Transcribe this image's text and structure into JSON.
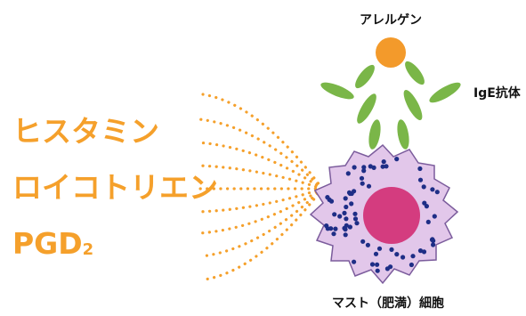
{
  "colors": {
    "mediator_text": "#F5A02B",
    "dots": "#F5A02B",
    "allergen": "#F39A2B",
    "antibody": "#7AB648",
    "cell_body": "#E2C7EA",
    "cell_border": "#7B5C9C",
    "nucleus": "#D43C7F",
    "granules": "#1E2E86"
  },
  "mediators": [
    {
      "text": "ヒスタミン"
    },
    {
      "text": "ロイコトリエン"
    },
    {
      "text": "PGD",
      "sub": "2"
    }
  ],
  "labels": {
    "allergen": "アレルゲン",
    "antibody": "IgE抗体",
    "mast_cell": "マスト（肥満）細胞"
  }
}
